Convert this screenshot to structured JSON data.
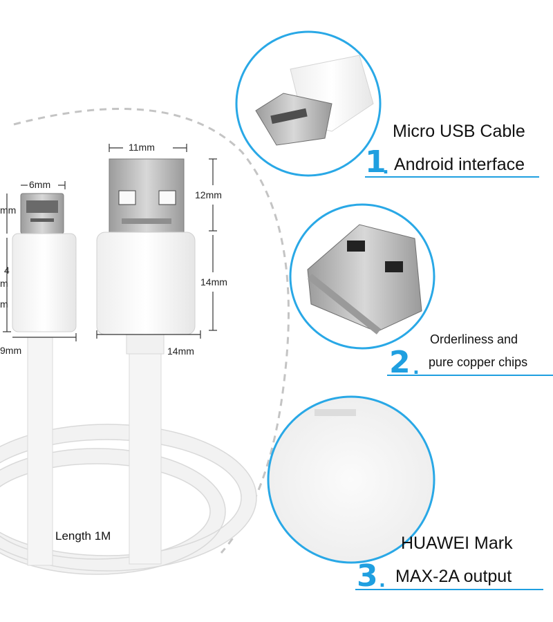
{
  "dimensions": {
    "micro_width": "6mm",
    "micro_height_partial": "mm",
    "micro_body_a": "4",
    "micro_body_b": "m",
    "micro_body_c": "m",
    "micro_base": "9mm",
    "usb_width": "11mm",
    "usb_plug_height": "12mm",
    "usb_body_height": "14mm",
    "usb_body_width": "14mm"
  },
  "cable_length": "Length  1M",
  "features": [
    {
      "number": "1",
      "line1": "Micro USB Cable",
      "line2": "Android interface"
    },
    {
      "number": "2",
      "line1": "Orderliness and",
      "line2": "pure copper chips"
    },
    {
      "number": "3",
      "line1": "HUAWEI Mark",
      "line2": "MAX-2A output"
    }
  ],
  "colors": {
    "accent": "#1f9fe0",
    "cable": "#f4f4f4",
    "ring": "#29a8e6"
  }
}
